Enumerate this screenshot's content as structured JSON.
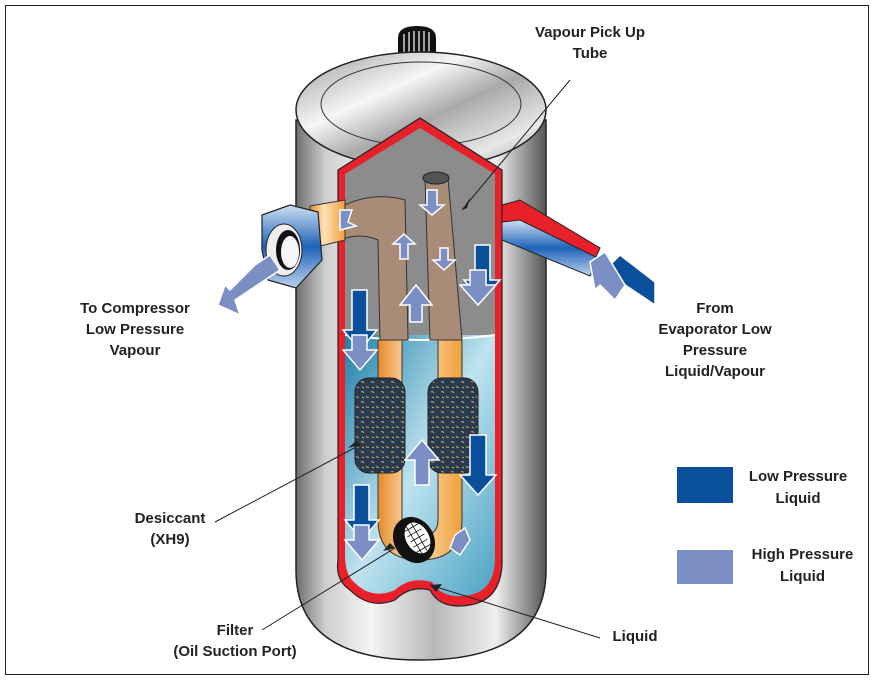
{
  "diagram": {
    "subject": "Suction accumulator cutaway",
    "colors": {
      "low_pressure": "#0a4f9c",
      "high_pressure": "#7b8fc4",
      "shell_red": "#e8202a",
      "liquid": "#2b8ab0",
      "vapour_tube": "#a88c78",
      "pickup_tube_copper": "#f2a84a",
      "desiccant": "#2a3a4e"
    }
  },
  "labels": {
    "vapour_pickup": [
      "Vapour Pick Up",
      "Tube"
    ],
    "to_compressor": [
      "To Compressor",
      "Low Pressure",
      "Vapour"
    ],
    "from_evaporator": [
      "From",
      "Evaporator Low",
      "Pressure",
      "Liquid/Vapour"
    ],
    "desiccant": [
      "Desiccant",
      "(XH9)"
    ],
    "filter": [
      "Filter",
      "(Oil Suction Port)"
    ],
    "liquid": [
      "Liquid"
    ]
  },
  "legend": [
    {
      "label": [
        "Low Pressure",
        "Liquid"
      ],
      "color": "#0a4f9c"
    },
    {
      "label": [
        "High Pressure",
        "Liquid"
      ],
      "color": "#7b8fc4"
    }
  ]
}
